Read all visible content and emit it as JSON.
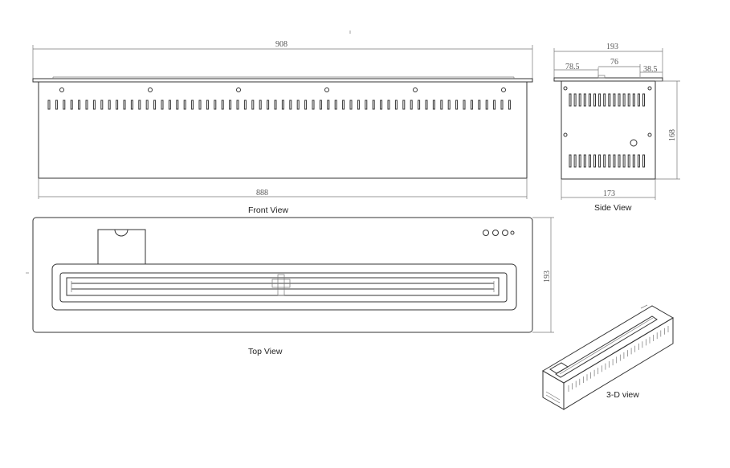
{
  "front_view": {
    "caption": "Front View",
    "dim_top": "908",
    "dim_bottom": "888"
  },
  "side_view": {
    "caption": "Side View",
    "dim_top": "193",
    "dim_left": "78.5",
    "dim_mid": "76",
    "dim_right": "38.5",
    "dim_height": "168",
    "dim_bottom": "173"
  },
  "top_view": {
    "caption": "Top View",
    "dim_height": "193"
  },
  "three_d_view": {
    "caption": "3-D view"
  }
}
